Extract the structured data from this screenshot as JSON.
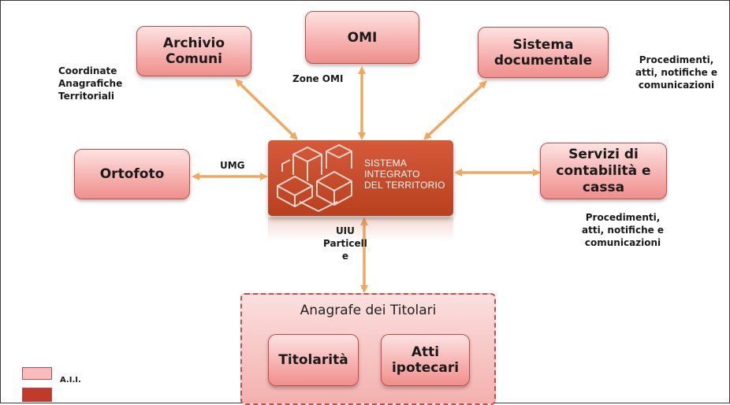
{
  "boxes": {
    "archivio": "Archivio\nComuni",
    "omi": "OMI",
    "sistema_documentale": "Sistema\ndocumentale",
    "ortofoto": "Ortofoto",
    "servizi": "Servizi di\ncontabilità e\ncassa"
  },
  "center": {
    "text": "SISTEMA\nINTEGRATO\nDEL TERRITORIO"
  },
  "labels": {
    "coordinate": "Coordinate\nAnagrafiche\nTerritoriali",
    "zone_omi": "Zone OMI",
    "procedimenti_top": "Procedimenti,\natti, notifiche e\ncomunicazioni",
    "umg": "UMG",
    "procedimenti_right": "Procedimenti,\natti, notifiche e\ncomunicazioni",
    "uiu": "UIU\nParticell\ne"
  },
  "anagrafe": {
    "title": "Anagrafe dei Titolari",
    "titolarita": "Titolarità",
    "atti": "Atti\nipotecari"
  },
  "legend": {
    "item1": "A.I.I."
  },
  "colors": {
    "box_fill": "#f6b3b1",
    "center_fill": "#c0482a",
    "arrow": "#f0a860"
  }
}
